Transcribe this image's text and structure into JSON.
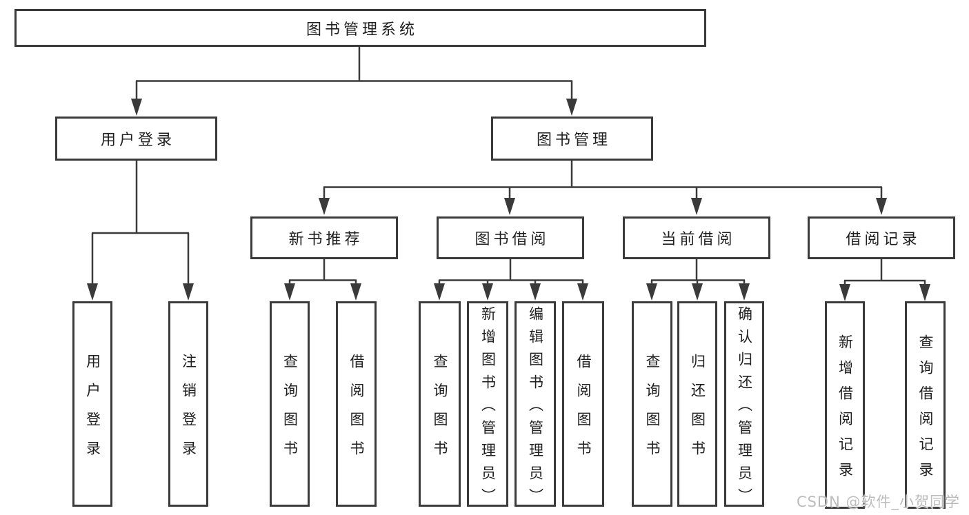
{
  "watermark": "CSDN @软件_小贺同学",
  "colors": {
    "line": "#3a3a3a",
    "text": "#1f1f1f",
    "background": "#ffffff",
    "watermark": "#bcbcbc"
  },
  "tree": {
    "root": {
      "label": "图书管理系统"
    },
    "branches": [
      {
        "label": "用户登录",
        "children": [
          {
            "label": "用户登录"
          },
          {
            "label": "注销登录"
          }
        ]
      },
      {
        "label": "图书管理",
        "children": [
          {
            "label": "新书推荐",
            "children": [
              {
                "label": "查询图书"
              },
              {
                "label": "借阅图书"
              }
            ]
          },
          {
            "label": "图书借阅",
            "children": [
              {
                "label": "查询图书"
              },
              {
                "label": "新增图书（管理员）"
              },
              {
                "label": "编辑图书（管理员）"
              },
              {
                "label": "借阅图书"
              }
            ]
          },
          {
            "label": "当前借阅",
            "children": [
              {
                "label": "查询图书"
              },
              {
                "label": "归还图书"
              },
              {
                "label": "确认归还（管理员）"
              }
            ]
          },
          {
            "label": "借阅记录",
            "children": [
              {
                "label": "新增借阅记录"
              },
              {
                "label": "查询借阅记录"
              }
            ]
          }
        ]
      }
    ]
  }
}
